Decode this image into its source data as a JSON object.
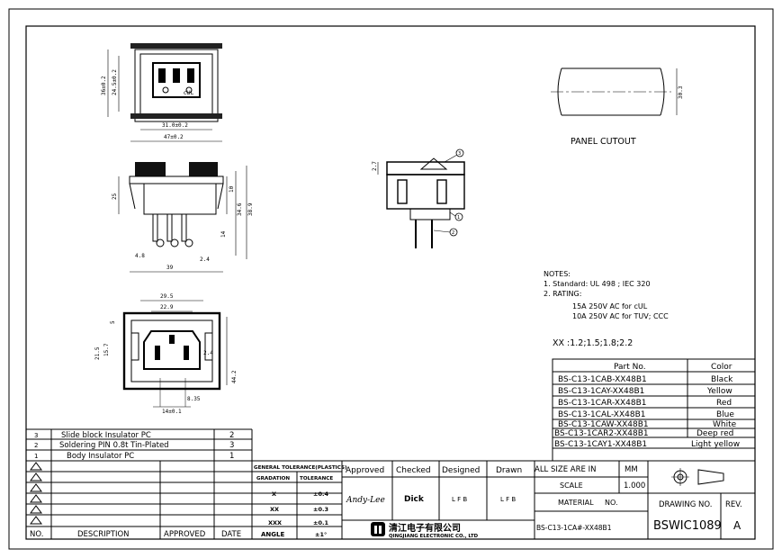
{
  "panel_cutout": {
    "label": "PANEL CUTOUT",
    "dim": "30.3"
  },
  "notes": {
    "title": "NOTES:",
    "line1": "1. Standard: UL 498 ; IEC 320",
    "line2": "2. RATING:",
    "line3": "15A 250V AC for cUL",
    "line4": "10A 250V AC for TUV; CCC",
    "xx": "XX :1.2;1.5;1.8;2.2"
  },
  "dims": {
    "top_h1": "36±0.2",
    "top_h2": "24.5±0.2",
    "top_w1": "31.0±0.2",
    "top_w2": "47±0.2",
    "side_h": "25",
    "side_a": "10",
    "side_b": "34.6",
    "side_c": "38.9",
    "side_d": "14",
    "side_e": "4.8",
    "side_f": "2.4",
    "side_w": "39",
    "mid_ref": "2.7",
    "bot_w1": "29.5",
    "bot_w2": "22.9",
    "bot_h1": "5",
    "bot_h2": "21.5",
    "bot_h3": "15.7",
    "bot_h4": "44.2",
    "bot_s": "2.4",
    "bot_w3": "14±0.1",
    "bot_c": "8.35"
  },
  "callouts": [
    "1",
    "2",
    "3"
  ],
  "parts": {
    "header_part": "Part No.",
    "header_color": "Color",
    "rows": [
      {
        "part": "BS-C13-1CAB-XX48B1",
        "color": "Black"
      },
      {
        "part": "BS-C13-1CAY-XX48B1",
        "color": "Yellow"
      },
      {
        "part": "BS-C13-1CAR-XX48B1",
        "color": "Red"
      },
      {
        "part": "BS-C13-1CAL-XX48B1",
        "color": "Blue"
      },
      {
        "part": "BS-C13-1CAW-XX48B1",
        "color": "White"
      },
      {
        "part": "BS-C13-1CAR2-XX48B1",
        "color": "Deep red"
      },
      {
        "part": "BS-C13-1CAY1-XX48B1",
        "color": "Light yellow"
      }
    ]
  },
  "bom": [
    {
      "no": "3",
      "desc": "Slide block Insulator PC",
      "qty": "2"
    },
    {
      "no": "2",
      "desc": "Soldering PIN 0.8t Tin-Plated",
      "qty": "3"
    },
    {
      "no": "1",
      "desc": "Body Insulator PC",
      "qty": "1"
    }
  ],
  "revision_header": {
    "no": "NO.",
    "description": "DESCRIPTION",
    "approved": "APPROVED",
    "date": "DATE"
  },
  "tolerance": {
    "title": "GENERAL TOLERANCE(PLASTICS)",
    "col1": "GRADATION",
    "col2": "TOLERANCE",
    "rows": [
      {
        "g": "X",
        "t": "±0.4"
      },
      {
        "g": "XX",
        "t": "±0.3"
      },
      {
        "g": "XXX",
        "t": "±0.1"
      },
      {
        "g": "ANGLE",
        "t": "±1°"
      }
    ]
  },
  "signoff": {
    "h_approved": "Approved",
    "h_checked": "Checked",
    "h_designed": "Designed",
    "h_drawn": "Drawn",
    "approved": "Andy-Lee",
    "checked": "Dick",
    "designed": "L F B",
    "drawn": "L F B"
  },
  "title_block": {
    "size_label": "ALL SIZE ARE IN",
    "size_unit": "MM",
    "scale_label": "SCALE",
    "scale_value": "1.000",
    "material_label": "MATERIAL",
    "material_no_label": "NO.",
    "drawing_label": "DRAWING NO.",
    "rev_label": "REV.",
    "material_value": "BS-C13-1CA#-XX48B1",
    "drawing_value": "BSWIC1089",
    "rev_value": "A",
    "company_cn": "清江电子有限公司",
    "company_en": "QINGJIANG ELECTRONIC CO., LTD"
  }
}
